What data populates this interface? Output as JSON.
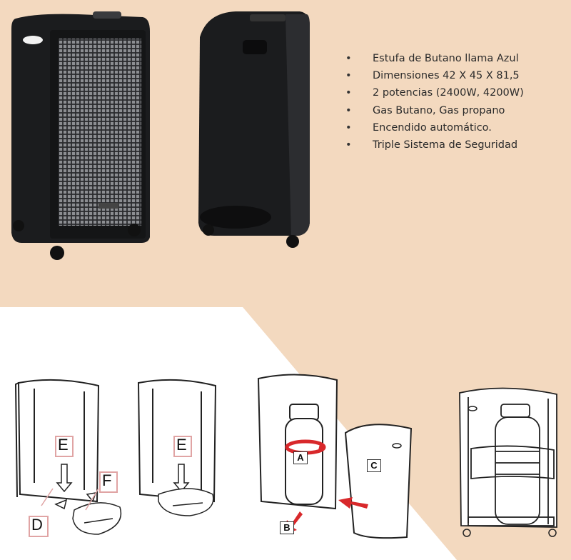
{
  "colors": {
    "background_peach": "#f3d9bf",
    "heater_black": "#1b1c1e",
    "arrow_red": "#d8282b",
    "label_border": "#e0a4a4"
  },
  "specs": [
    "Estufa de Butano llama Azul",
    "Dimensiones 42 X 45 X 81,5",
    "2 potencias (2400W, 4200W)",
    "Gas Butano, Gas propano",
    "Encendido automático.",
    "Triple Sistema de Seguridad"
  ],
  "diagram_labels": {
    "fig1_e": "E",
    "fig1_f": "F",
    "fig1_d": "D",
    "fig2_e": "E",
    "fig3_a": "A",
    "fig3_b": "B",
    "fig3_c": "C"
  }
}
